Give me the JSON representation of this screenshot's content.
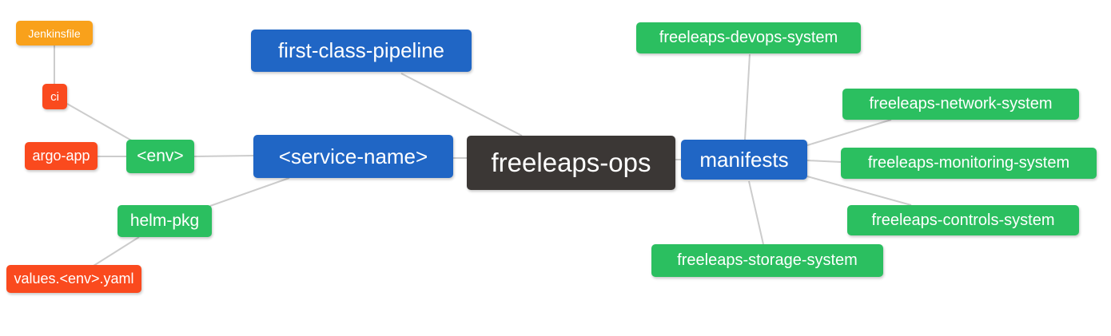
{
  "diagram_type": "mindmap",
  "palette": {
    "root_node": "#3B3735",
    "branch_node": "#2066C5",
    "system_leaf_node": "#2BBF60",
    "file_leaf_node": "#FA4A1E",
    "jenkinsfile_node": "#F9A11B",
    "link_line": "#CCCCCC",
    "node_text": "#FFFFFF",
    "background": "#FFFFFF"
  },
  "nodes": {
    "freeleaps_ops": {
      "label": "freeleaps-ops",
      "role": "root",
      "color": "#3B3735"
    },
    "first_class_pipeline": {
      "label": "first-class-pipeline",
      "role": "branch",
      "color": "#2066C5"
    },
    "service_name": {
      "label": "<service-name>",
      "role": "branch",
      "color": "#2066C5"
    },
    "manifests": {
      "label": "manifests",
      "role": "branch",
      "color": "#2066C5"
    },
    "env": {
      "label": "<env>",
      "role": "leaf",
      "color": "#2BBF60"
    },
    "helm_pkg": {
      "label": "helm-pkg",
      "role": "leaf",
      "color": "#2BBF60"
    },
    "jenkinsfile": {
      "label": "Jenkinsfile",
      "role": "leaf",
      "color": "#F9A11B"
    },
    "ci": {
      "label": "ci",
      "role": "leaf",
      "color": "#FA4A1E"
    },
    "argo_app": {
      "label": "argo-app",
      "role": "leaf",
      "color": "#FA4A1E"
    },
    "values_env_yaml": {
      "label": "values.<env>.yaml",
      "role": "leaf",
      "color": "#FA4A1E"
    },
    "devops_system": {
      "label": "freeleaps-devops-system",
      "role": "leaf",
      "color": "#2BBF60"
    },
    "network_system": {
      "label": "freeleaps-network-system",
      "role": "leaf",
      "color": "#2BBF60"
    },
    "monitoring_system": {
      "label": "freeleaps-monitoring-system",
      "role": "leaf",
      "color": "#2BBF60"
    },
    "controls_system": {
      "label": "freeleaps-controls-system",
      "role": "leaf",
      "color": "#2BBF60"
    },
    "storage_system": {
      "label": "freeleaps-storage-system",
      "role": "leaf",
      "color": "#2BBF60"
    }
  },
  "edges": [
    {
      "from": "jenkinsfile",
      "to": "ci"
    },
    {
      "from": "ci",
      "to": "env"
    },
    {
      "from": "argo_app",
      "to": "env"
    },
    {
      "from": "env",
      "to": "service_name"
    },
    {
      "from": "helm_pkg",
      "to": "service_name"
    },
    {
      "from": "values_env_yaml",
      "to": "helm_pkg"
    },
    {
      "from": "first_class_pipeline",
      "to": "freeleaps_ops"
    },
    {
      "from": "service_name",
      "to": "freeleaps_ops"
    },
    {
      "from": "freeleaps_ops",
      "to": "manifests"
    },
    {
      "from": "manifests",
      "to": "devops_system"
    },
    {
      "from": "manifests",
      "to": "network_system"
    },
    {
      "from": "manifests",
      "to": "monitoring_system"
    },
    {
      "from": "manifests",
      "to": "controls_system"
    },
    {
      "from": "manifests",
      "to": "storage_system"
    }
  ]
}
